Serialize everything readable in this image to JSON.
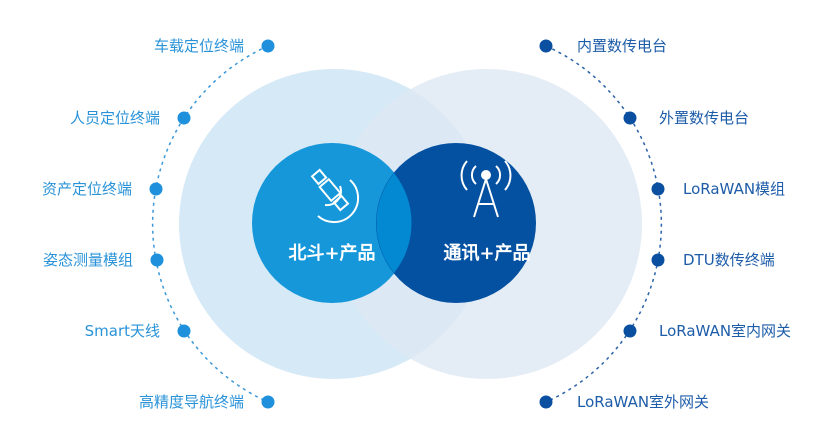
{
  "left_circle": {
    "title": "北斗+产品",
    "icon": "satellite-icon",
    "color": "#1597da"
  },
  "right_circle": {
    "title": "通讯+产品",
    "icon": "antenna-tower-icon",
    "color": "#0450a1"
  },
  "left_items": [
    "车载定位终端",
    "人员定位终端",
    "资产定位终端",
    "姿态测量模组",
    "Smart天线",
    "高精度导航终端"
  ],
  "right_items": [
    "内置数传电台",
    "外置数传电台",
    "LoRaWAN模组",
    "DTU数传终端",
    "LoRaWAN室内网关",
    "LoRaWAN室外网关"
  ],
  "colors": {
    "left_dot": "#1e90dc",
    "right_dot": "#0a4fa0",
    "left_bg": "#d6e9f7",
    "right_bg": "#e3ecf5"
  }
}
